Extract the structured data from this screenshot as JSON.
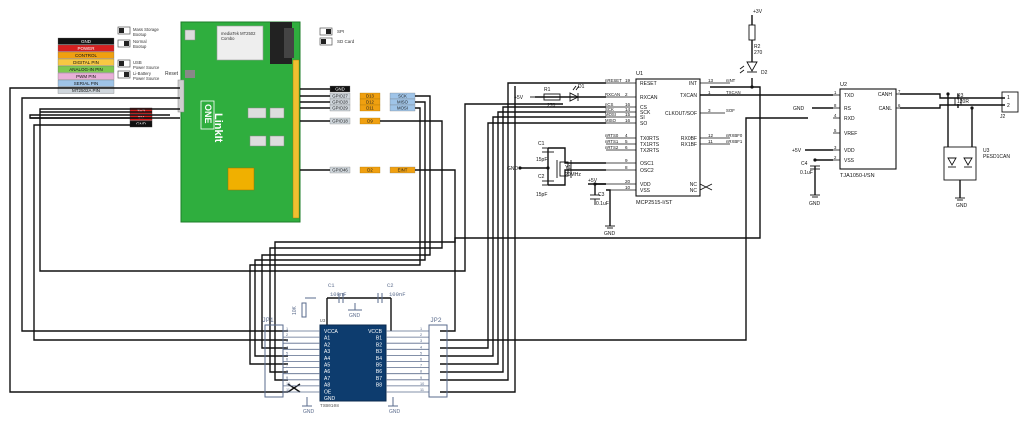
{
  "legend": {
    "items": [
      {
        "label": "GND",
        "color": "#111111",
        "text_color": "#ffffff"
      },
      {
        "label": "POWER",
        "color": "#d62020",
        "text_color": "#ffffff"
      },
      {
        "label": "CONTROL",
        "color": "#f0a010",
        "text_color": "#111111"
      },
      {
        "label": "DIGITAL PIN",
        "color": "#f7c843",
        "text_color": "#111111"
      },
      {
        "label": "ANALOG-IN PIN",
        "color": "#7ec850",
        "text_color": "#111111"
      },
      {
        "label": "PWM PIN",
        "color": "#e8b0d8",
        "text_color": "#111111"
      },
      {
        "label": "SERIAL PIN",
        "color": "#9fc4e8",
        "text_color": "#111111"
      },
      {
        "label": "MT2502A PIN",
        "color": "#cfd6dc",
        "text_color": "#111111"
      }
    ]
  },
  "switches": {
    "mass_storage": "Mass Storage\nBootup",
    "normal": "Normal\nBootup",
    "usb_power": "USB\nPower Source",
    "li_battery": "Li-Battery\nPower Source",
    "spi": "SPI",
    "sd_card": "SD Card",
    "reset": "Reset"
  },
  "board": {
    "brand": "LinkIt",
    "model": "ONE",
    "module": "mediaTek MT2502\nCombo"
  },
  "power_pins": [
    {
      "label": "3V3",
      "color": "#d62020"
    },
    {
      "label": "5V",
      "color": "#d62020"
    },
    {
      "label": "GND",
      "color": "#111111"
    }
  ],
  "gpio_pins": [
    {
      "label": "GND",
      "func": "",
      "serial": ""
    },
    {
      "label": "GPIO27",
      "func": "D13",
      "serial": "SCK"
    },
    {
      "label": "GPIO28",
      "func": "D12",
      "serial": "MISO"
    },
    {
      "label": "GPIO29",
      "func": "D11",
      "serial": "MOSI"
    },
    {
      "label": "GPIO18",
      "func": "D9",
      "serial": ""
    },
    {
      "label": "GPIO46",
      "func": "D2",
      "serial": "EINT"
    }
  ],
  "mcp2515": {
    "ref": "U1",
    "part": "MCP2515-I/ST",
    "left_pins": [
      {
        "num": "19",
        "name": "RESET",
        "net": "nRESET"
      },
      {
        "num": "2",
        "name": "RXCAN",
        "net": "RXCAN"
      },
      {
        "num": "16",
        "name": "CS",
        "net": "nCS"
      },
      {
        "num": "14",
        "name": "SCK",
        "net": "SCK"
      },
      {
        "num": "15",
        "name": "SI",
        "net": "MOSI"
      },
      {
        "num": "16",
        "name": "SO",
        "net": "MISO"
      },
      {
        "num": "4",
        "name": "TX0RTS",
        "net": "nRTS0"
      },
      {
        "num": "5",
        "name": "TX1RTS",
        "net": "nRTS1"
      },
      {
        "num": "6",
        "name": "TX2RTS",
        "net": "nRTS2"
      },
      {
        "num": "9",
        "name": "OSC1",
        "net": ""
      },
      {
        "num": "8",
        "name": "OSC2",
        "net": ""
      },
      {
        "num": "20",
        "name": "VDD",
        "net": ""
      },
      {
        "num": "10",
        "name": "VSS",
        "net": ""
      }
    ],
    "right_pins": [
      {
        "num": "13",
        "name": "INT",
        "net": "nINT"
      },
      {
        "num": "1",
        "name": "TXCAN",
        "net": "TXCAN"
      },
      {
        "num": "3",
        "name": "CLKOUT/SOF",
        "net": "SOF"
      },
      {
        "num": "12",
        "name": "RX0BF",
        "net": "nRXBF0"
      },
      {
        "num": "11",
        "name": "RX1BF",
        "net": "nRXBF1"
      },
      {
        "num": "NC",
        "name": "NC",
        "net": ""
      },
      {
        "num": "NC",
        "name": "NC",
        "net": ""
      }
    ]
  },
  "tja1050": {
    "ref": "U2",
    "part": "TJA1050-I/SN",
    "left_pins": [
      {
        "num": "1",
        "name": "TXD"
      },
      {
        "num": "8",
        "name": "RS"
      },
      {
        "num": "4",
        "name": "RXD"
      },
      {
        "num": "5",
        "name": "VREF"
      },
      {
        "num": "3",
        "name": "VDD"
      },
      {
        "num": "2",
        "name": "VSS"
      }
    ],
    "right_pins": [
      {
        "num": "7",
        "name": "CANH"
      },
      {
        "num": "6",
        "name": "CANL"
      }
    ]
  },
  "txb0108": {
    "ref": "U3",
    "part": "TXB0108",
    "left": [
      "VCCA",
      "A1",
      "A2",
      "A3",
      "A4",
      "A5",
      "A6",
      "A7",
      "A8",
      "OE",
      "GND"
    ],
    "right": [
      "VCCB",
      "B1",
      "B2",
      "B3",
      "B4",
      "B5",
      "B6",
      "B7",
      "B8"
    ]
  },
  "parts": {
    "r1": {
      "ref": "R1",
      "value": "270"
    },
    "r2": {
      "ref": "R2",
      "value": "270"
    },
    "r3": {
      "ref": "R3",
      "value": "120R"
    },
    "d1": "D1",
    "d2": "D2",
    "c1": {
      "ref": "C1",
      "value": "15pF"
    },
    "c2": {
      "ref": "C2",
      "value": "15pF"
    },
    "c3": {
      "ref": "C3",
      "value": "0.1uF"
    },
    "c4": {
      "ref": "C4",
      "value": "0.1uF"
    },
    "y1": {
      "ref": "Y1",
      "value": "20MHz"
    },
    "u3b": {
      "ref": "U3",
      "value": "PESD1CAN"
    },
    "j2": "J2",
    "jp1": "JP1",
    "jp2": "JP2",
    "cc1": {
      "ref": "C1",
      "value": "100nF"
    },
    "cc2": {
      "ref": "C2",
      "value": "100nF"
    },
    "r1b": "10K"
  },
  "nets": {
    "v5": "+5V",
    "v3": "+3V",
    "gnd": "GND",
    "v5b": "+5V"
  },
  "connector_pins": [
    "1",
    "2"
  ]
}
